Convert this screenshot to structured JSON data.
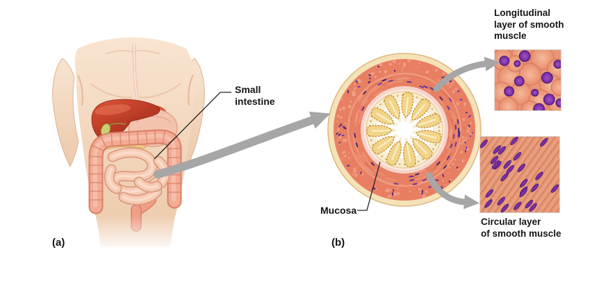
{
  "panels": {
    "a_tag": "(a)",
    "b_tag": "(b)"
  },
  "labels": {
    "small_intestine": "Small\nintestine",
    "mucosa": "Mucosa",
    "longitudinal_layer": "Longitudinal\nlayer of smooth\nmuscle",
    "circular_layer": "Circular layer\nof smooth muscle"
  },
  "colors": {
    "arrow_gray": "#a6a6a6",
    "label_text": "#151515",
    "serosa_cream": "#f5e2b8",
    "serosa_rim": "#dcb679",
    "muscle_salmon": "#e87f63",
    "muscle_speckle": "#f2a68a",
    "submucosa_pink": "#f6d4ca",
    "submucosa_pale": "#fbeadf",
    "mucosa_cream": "#f7eed6",
    "mucosa_gold": "#f2d489",
    "mucosa_gold_line": "#bf8e2e",
    "nucleus_purple": "#7b2fa5",
    "nucleus_dark": "#4e1c70",
    "muscle_nucleus_violet": "#5e2d92",
    "cell_salmon": "#f1a686",
    "cell_edge": "#d4765a",
    "inset_bg": "#ec9478",
    "fiber_bg": "#e29070",
    "fiber_light": "#f0ad8b",
    "fiber_dark": "#cf7d5b",
    "skin": "#f3d7bd",
    "liver_red": "#c23b24",
    "colon_pink": "#f2ab94",
    "colon_edge": "#d97f66",
    "small_int_pink": "#f5cbb4"
  }
}
